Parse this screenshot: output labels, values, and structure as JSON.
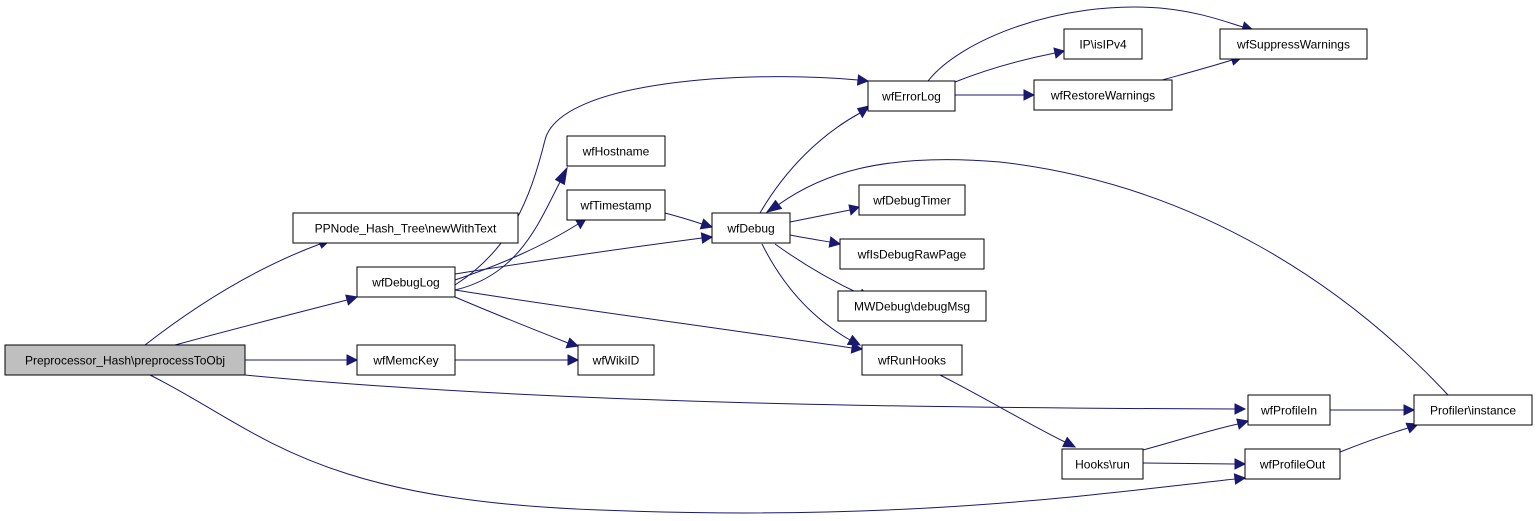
{
  "colors": {
    "edge": "#191970",
    "node_fill": "#ffffff",
    "root_fill": "#bfbfbf",
    "node_border": "#000000"
  },
  "nodes": {
    "root": "Preprocessor_Hash\\preprocessToObj",
    "ppnode": "PPNode_Hash_Tree\\newWithText",
    "wfDebugLog": "wfDebugLog",
    "wfMemcKey": "wfMemcKey",
    "wfHostname": "wfHostname",
    "wfTimestamp": "wfTimestamp",
    "wfWikiID": "wfWikiID",
    "wfDebug": "wfDebug",
    "wfErrorLog": "wfErrorLog",
    "wfDebugTimer": "wfDebugTimer",
    "wfIsDebugRawPage": "wfIsDebugRawPage",
    "mwdebug": "MWDebug\\debugMsg",
    "wfRunHooks": "wfRunHooks",
    "ipv4": "IP\\isIPv4",
    "wfRestoreWarnings": "wfRestoreWarnings",
    "wfSuppressWarnings": "wfSuppressWarnings",
    "hooksrun": "Hooks\\run",
    "wfProfileIn": "wfProfileIn",
    "wfProfileOut": "wfProfileOut",
    "profiler": "Profiler\\instance"
  }
}
